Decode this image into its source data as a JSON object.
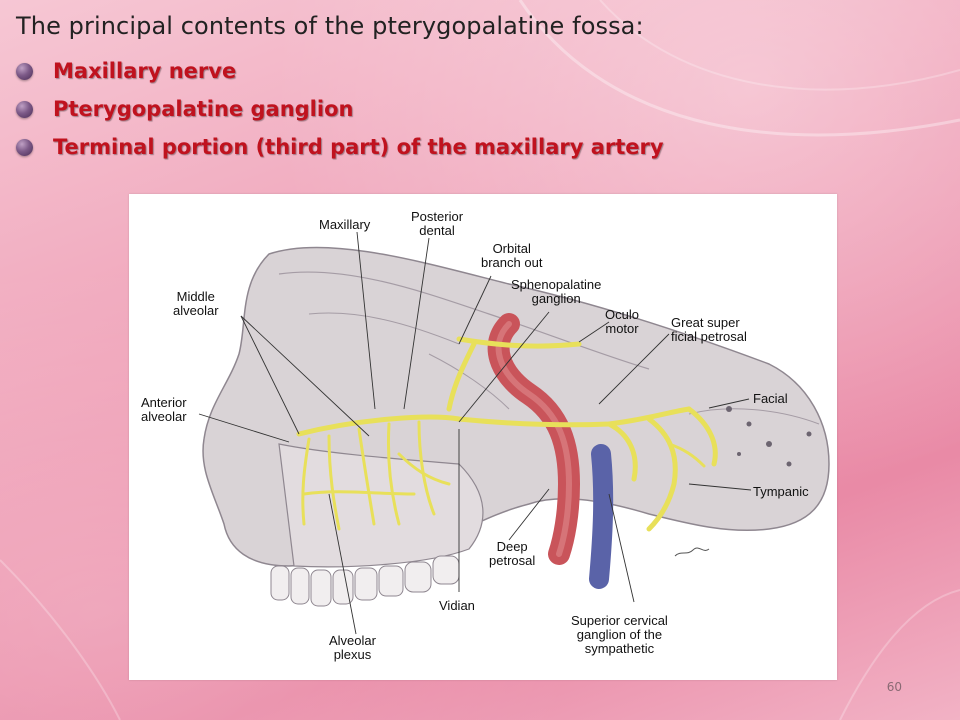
{
  "slide": {
    "title": "The principal contents of the pterygopalatine fossa:",
    "bullets": [
      "Maxillary nerve",
      "Pterygopalatine ganglion",
      "Terminal portion (third part) of the maxillary artery"
    ],
    "page_number": "60",
    "colors": {
      "background": "#ef9fb6",
      "bullet_text": "#c0121e",
      "title_text": "#222222",
      "nerve": "#e8e05a",
      "artery": "#c9545a",
      "vein": "#5a63a8"
    }
  },
  "figure": {
    "labels": {
      "maxillary": "Maxillary",
      "posterior_dental": "Posterior\ndental",
      "orbital_branch_out": "Orbital\nbranch out",
      "sphenopalatine_ganglion": "Sphenopalatine\nganglion",
      "middle_alveolar": "Middle\nalveolar",
      "oculo_motor": "Oculo\nmotor",
      "great_superficial_petrosal": "Great super\nficial petrosal",
      "anterior_alveolar": "Anterior\nalveolar",
      "facial": "Facial",
      "tympanic": "Tympanic",
      "deep_petrosal": "Deep\npetrosal",
      "vidian": "Vidian",
      "superior_cervical_ganglion": "Superior cervical\nganglion of the\nsympathetic",
      "alveolar_plexus": "Alveolar\nplexus"
    }
  }
}
